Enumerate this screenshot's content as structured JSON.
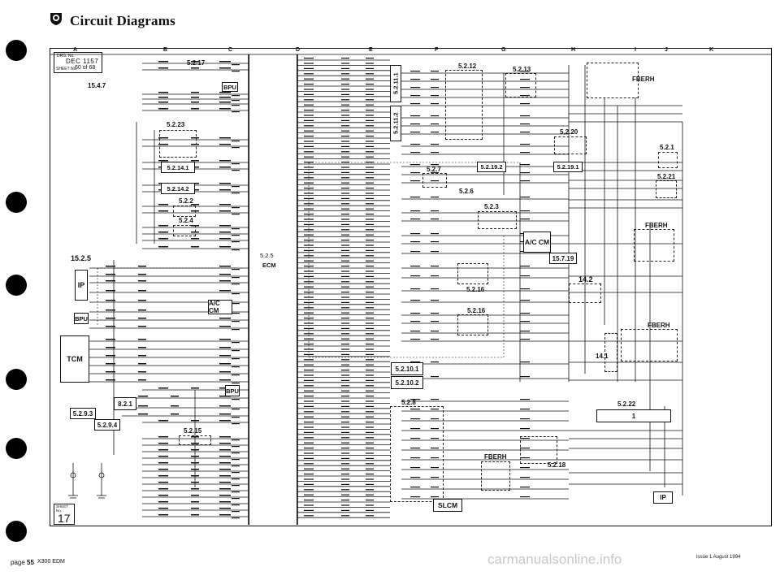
{
  "header": {
    "title": "Circuit Diagrams",
    "logo_icon": "jaguar-shield-icon"
  },
  "drawing_ref": {
    "caption": "DRG. No.",
    "date": "DEC 1157",
    "sheet_caption": "SHEET No.",
    "sheet_value": "60 of 68"
  },
  "columns": [
    "A",
    "B",
    "C",
    "D",
    "E",
    "F",
    "G",
    "H",
    "I",
    "J",
    "K"
  ],
  "blocks": {
    "ecm_ref": "5.2.5",
    "ecm_name": "ECM",
    "b_5_2_17": "5.2.17",
    "b_15_4_7": "15.4.7",
    "b_bpu_top": "BPU",
    "b_5_2_23": "5.2.23",
    "b_5_2_14_1": "5.2.14.1",
    "b_5_2_14_2": "5.2.14.2",
    "b_5_2_2": "5.2.2",
    "b_5_2_4": "5.2.4",
    "b_15_2_5": "15.2.5",
    "b_ip_left": "IP",
    "b_bpu_mid": "BPU",
    "b_ac_cm_left": "A/C CM",
    "b_tcm": "TCM",
    "b_bpu_low": "BPU",
    "b_8_2_1": "8.2.1",
    "b_5_2_9_3": "5.2.9.3",
    "b_5_2_9_4": "5.2.9.4",
    "b_5_2_15": "5.2.15",
    "b_5_2_11_1": "5.2.11.1",
    "b_5_2_11_2": "5.2.11.2",
    "b_5_2_12": "5.2.12",
    "b_5_2_13": "5.2.13",
    "b_5_2_7": "5.2.7",
    "b_5_2_19_2": "5.2.19.2",
    "b_5_2_6": "5.2.6",
    "b_5_2_19_1": "5.2.19.1",
    "b_5_2_3": "5.2.3",
    "b_ac_cm_mid": "A/C CM",
    "b_5_2_16_a": "5.2.16",
    "b_5_2_16_b": "5.2.16",
    "b_5_2_10_1": "5.2.10.1",
    "b_5_2_10_2": "5.2.10.2",
    "b_5_2_8": "5.2.8",
    "b_slcm": "SLCM",
    "b_fberh_low": "FBERH",
    "b_5_2_18": "5.2.18",
    "b_5_2_20": "5.2.20",
    "b_fberh_top": "FBERH",
    "b_5_2_1": "5.2.1",
    "b_5_2_21": "5.2.21",
    "b_fberh_mid": "FBERH",
    "b_15_7_19": "15.7.19",
    "b_14_2": "14.2",
    "b_fberh_right": "FBERH",
    "b_14_1": "14.1",
    "b_5_2_22": "5.2.22",
    "b_one": "1",
    "b_ip_right": "IP"
  },
  "sheet_number": {
    "caption": "SHEET No.",
    "value": "17"
  },
  "footer": {
    "page_label": "page",
    "page_num": "55",
    "doc": "X300 EDM",
    "issue": "Issue 1 August 1994",
    "watermark": "carmanualsonline.info"
  }
}
